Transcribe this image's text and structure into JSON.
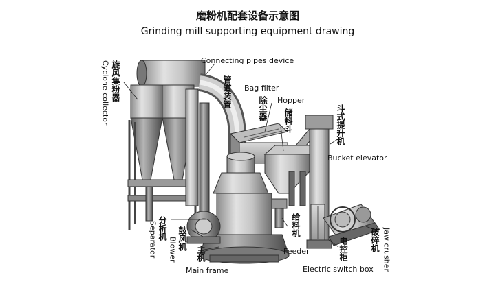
{
  "title": {
    "cn": "磨粉机配套设备示意图",
    "en": "Grinding mill supporting equipment drawing"
  },
  "labels": {
    "cyclone_cn": "旋风集粉器",
    "cyclone_en": "Cyclone collector",
    "pipes_en": "Connecting pipes device",
    "pipes_cn": "管道装置",
    "bag_en": "Bag filter",
    "bag_cn": "除尘器",
    "hopper_en": "Hopper",
    "hopper_cn": "储料斗",
    "elevator_cn": "斗式提升机",
    "elevator_en": "Bucket elevator",
    "separator_cn": "分析机",
    "separator_en": "Separator",
    "blower_cn": "鼓风机",
    "blower_en": "Blower",
    "mainframe_cn": "主机",
    "mainframe_en": "Main frame",
    "feeder_cn": "给料机",
    "feeder_en": "Feeder",
    "switch_cn": "电控柜",
    "switch_en": "Electric switch box",
    "jaw_cn": "破碎机",
    "jaw_en": "Jaw crusher"
  }
}
